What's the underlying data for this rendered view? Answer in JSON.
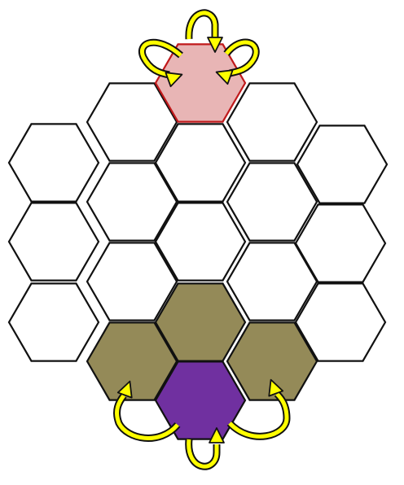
{
  "colors": {
    "empty_fill": "#ffffff",
    "outline": "#111111",
    "start_fill": "#e8b5b5",
    "start_outline": "#c0191b",
    "neighbor_fill": "#948a58",
    "center_fill": "#7030a0",
    "arrow_fill": "#ffff00",
    "arrow_outline": "#111111"
  },
  "cells": [
    {
      "name": "hex-cell-col0-row0",
      "state": "empty"
    },
    {
      "name": "hex-cell-col0-row1",
      "state": "empty"
    },
    {
      "name": "hex-cell-col0-row2",
      "state": "empty"
    },
    {
      "name": "hex-cell-col1-row0",
      "state": "empty"
    },
    {
      "name": "hex-cell-col1-row1",
      "state": "empty"
    },
    {
      "name": "hex-cell-col1-row2",
      "state": "empty"
    },
    {
      "name": "hex-cell-col1-row3",
      "state": "neighbor"
    },
    {
      "name": "hex-cell-col2-top",
      "state": "start"
    },
    {
      "name": "hex-cell-col2-row0",
      "state": "empty"
    },
    {
      "name": "hex-cell-col2-row1",
      "state": "empty"
    },
    {
      "name": "hex-cell-col2-row2",
      "state": "neighbor"
    },
    {
      "name": "hex-cell-col2-bottom",
      "state": "center"
    },
    {
      "name": "hex-cell-col3-row0",
      "state": "empty"
    },
    {
      "name": "hex-cell-col3-row1",
      "state": "empty"
    },
    {
      "name": "hex-cell-col3-row2",
      "state": "empty"
    },
    {
      "name": "hex-cell-col3-row3",
      "state": "neighbor"
    },
    {
      "name": "hex-cell-col4-row0",
      "state": "empty"
    },
    {
      "name": "hex-cell-col4-row1",
      "state": "empty"
    },
    {
      "name": "hex-cell-col4-row2",
      "state": "empty"
    }
  ],
  "arrows": [
    {
      "name": "top-arrow-left",
      "group": "top"
    },
    {
      "name": "top-arrow-center",
      "group": "top"
    },
    {
      "name": "top-arrow-right",
      "group": "top"
    },
    {
      "name": "bottom-arrow-left",
      "group": "bottom"
    },
    {
      "name": "bottom-arrow-center",
      "group": "bottom"
    },
    {
      "name": "bottom-arrow-right",
      "group": "bottom"
    }
  ]
}
